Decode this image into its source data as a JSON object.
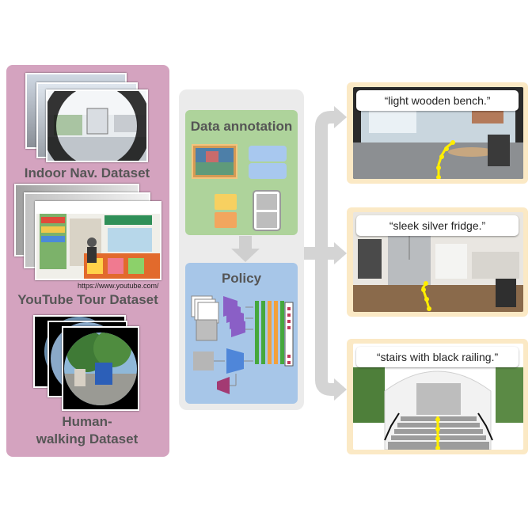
{
  "datasets": [
    {
      "label": "Indoor Nav. Dataset"
    },
    {
      "label": "YouTube Tour Dataset",
      "source_url": "https://www.youtube.com/"
    },
    {
      "label_lines": [
        "Human-",
        "walking Dataset"
      ]
    }
  ],
  "pipeline": {
    "annotation_title": "Data annotation",
    "policy_title": "Policy"
  },
  "results": [
    {
      "caption": "“light wooden bench.”"
    },
    {
      "caption": "“sleek silver fridge.”"
    },
    {
      "caption": "“stairs with black railing.”"
    }
  ],
  "colors": {
    "dataset_panel": "#d4a3bf",
    "pipeline_bg": "#ebebeb",
    "annotation_box": "#aed39b",
    "policy_box": "#a7c6e8",
    "result_frame": "#fbe9c5",
    "arrow": "#d4d4d4",
    "trajectory": "#ffee00"
  }
}
